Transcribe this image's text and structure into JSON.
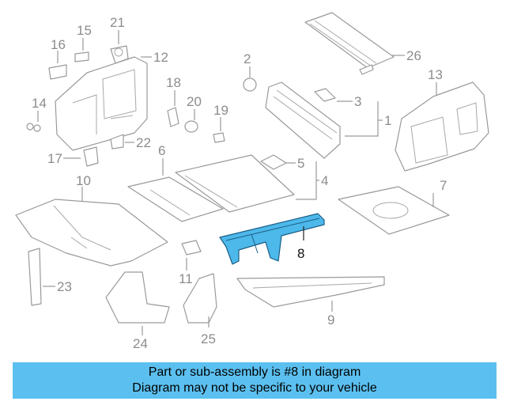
{
  "banner": {
    "line1": "Part or sub-assembly is #8 in diagram",
    "line2": "Diagram may not be specific to your vehicle"
  },
  "highlighted_part": "8",
  "highlight_color": "#4db8ea",
  "callouts": {
    "c1": "1",
    "c2": "2",
    "c3": "3",
    "c4": "4",
    "c5": "5",
    "c6": "6",
    "c7": "7",
    "c8": "8",
    "c9": "9",
    "c10": "10",
    "c11": "11",
    "c12": "12",
    "c13": "13",
    "c14": "14",
    "c15": "15",
    "c16": "16",
    "c17": "17",
    "c18": "18",
    "c19": "19",
    "c20": "20",
    "c21": "21",
    "c22": "22",
    "c23": "23",
    "c24": "24",
    "c25": "25",
    "c26": "26"
  }
}
